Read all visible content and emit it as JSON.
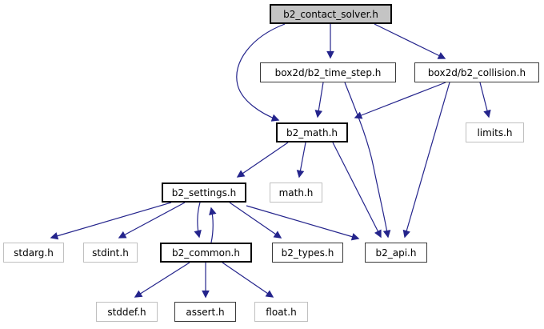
{
  "graph": {
    "type": "include-dependency-graph",
    "root": "b2_contact_solver.h",
    "colors": {
      "edge": "#191970",
      "root_fill": "#c4c4c4",
      "node_fill": "#ffffff",
      "linked_border": "#000000",
      "external_border": "#c0c0c0",
      "text": "#000000"
    },
    "nodes": [
      {
        "id": "b2_contact_solver",
        "label": "b2_contact_solver.h",
        "kind": "root"
      },
      {
        "id": "b2_time_step",
        "label": "box2d/b2_time_step.h",
        "kind": "linked"
      },
      {
        "id": "b2_collision",
        "label": "box2d/b2_collision.h",
        "kind": "linked"
      },
      {
        "id": "b2_math",
        "label": "b2_math.h",
        "kind": "linked"
      },
      {
        "id": "limits",
        "label": "limits.h",
        "kind": "external"
      },
      {
        "id": "b2_settings",
        "label": "b2_settings.h",
        "kind": "linked"
      },
      {
        "id": "math",
        "label": "math.h",
        "kind": "external"
      },
      {
        "id": "stdarg",
        "label": "stdarg.h",
        "kind": "external"
      },
      {
        "id": "stdint",
        "label": "stdint.h",
        "kind": "external"
      },
      {
        "id": "b2_common",
        "label": "b2_common.h",
        "kind": "linked"
      },
      {
        "id": "b2_types",
        "label": "b2_types.h",
        "kind": "linked"
      },
      {
        "id": "b2_api",
        "label": "b2_api.h",
        "kind": "linked"
      },
      {
        "id": "stddef",
        "label": "stddef.h",
        "kind": "external"
      },
      {
        "id": "assert",
        "label": "assert.h",
        "kind": "linked"
      },
      {
        "id": "float",
        "label": "float.h",
        "kind": "external"
      }
    ],
    "edges": [
      {
        "from": "b2_contact_solver.h",
        "to": "box2d/b2_time_step.h"
      },
      {
        "from": "b2_contact_solver.h",
        "to": "box2d/b2_collision.h"
      },
      {
        "from": "b2_contact_solver.h",
        "to": "b2_math.h"
      },
      {
        "from": "box2d/b2_time_step.h",
        "to": "b2_math.h"
      },
      {
        "from": "box2d/b2_time_step.h",
        "to": "b2_api.h"
      },
      {
        "from": "box2d/b2_collision.h",
        "to": "b2_math.h"
      },
      {
        "from": "box2d/b2_collision.h",
        "to": "limits.h"
      },
      {
        "from": "box2d/b2_collision.h",
        "to": "b2_api.h"
      },
      {
        "from": "b2_math.h",
        "to": "b2_settings.h"
      },
      {
        "from": "b2_math.h",
        "to": "math.h"
      },
      {
        "from": "b2_math.h",
        "to": "b2_api.h"
      },
      {
        "from": "b2_settings.h",
        "to": "stdarg.h"
      },
      {
        "from": "b2_settings.h",
        "to": "stdint.h"
      },
      {
        "from": "b2_settings.h",
        "to": "b2_common.h"
      },
      {
        "from": "b2_common.h",
        "to": "b2_settings.h"
      },
      {
        "from": "b2_settings.h",
        "to": "b2_types.h"
      },
      {
        "from": "b2_settings.h",
        "to": "b2_api.h"
      },
      {
        "from": "b2_common.h",
        "to": "stddef.h"
      },
      {
        "from": "b2_common.h",
        "to": "assert.h"
      },
      {
        "from": "b2_common.h",
        "to": "float.h"
      }
    ]
  }
}
